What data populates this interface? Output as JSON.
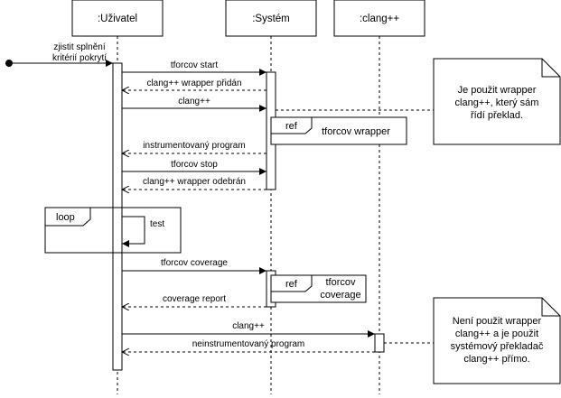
{
  "participants": [
    {
      "id": "uzivatel",
      "label": ":Uživatel"
    },
    {
      "id": "system",
      "label": ":Systém"
    },
    {
      "id": "clang",
      "label": ":clang++"
    }
  ],
  "found_message": {
    "line1": "zjistit splnění",
    "line2": "kritérií pokrytí"
  },
  "messages": [
    {
      "text": "tforcov start",
      "from": "uzivatel",
      "to": "system",
      "kind": "call"
    },
    {
      "text": "clang++ wrapper přidán",
      "from": "system",
      "to": "uzivatel",
      "kind": "return"
    },
    {
      "text": "clang++",
      "from": "uzivatel",
      "to": "system",
      "kind": "call"
    },
    {
      "text": "instrumentovaný program",
      "from": "system",
      "to": "uzivatel",
      "kind": "return"
    },
    {
      "text": "tforcov stop",
      "from": "uzivatel",
      "to": "system",
      "kind": "call"
    },
    {
      "text": "clang++ wrapper odebrán",
      "from": "system",
      "to": "uzivatel",
      "kind": "return"
    },
    {
      "text": "test",
      "from": "uzivatel",
      "to": "uzivatel",
      "kind": "self"
    },
    {
      "text": "tforcov coverage",
      "from": "uzivatel",
      "to": "system",
      "kind": "call"
    },
    {
      "text": "coverage report",
      "from": "system",
      "to": "uzivatel",
      "kind": "return"
    },
    {
      "text": "clang++",
      "from": "uzivatel",
      "to": "clang",
      "kind": "call"
    },
    {
      "text": "neinstrumentovaný program",
      "from": "clang",
      "to": "uzivatel",
      "kind": "return"
    }
  ],
  "fragments": {
    "loop": {
      "operator": "loop"
    },
    "ref1": {
      "operator": "ref",
      "line1": "tforcov wrapper"
    },
    "ref2": {
      "operator": "ref",
      "line1": "tforcov",
      "line2": "coverage"
    }
  },
  "notes": [
    {
      "lines": [
        "Je použit wrapper",
        "clang++, který sám",
        "řídí překlad."
      ]
    },
    {
      "lines": [
        "Není použit wrapper",
        "clang++ a je použit",
        "systémový překladač",
        "clang++ přímo."
      ]
    }
  ]
}
